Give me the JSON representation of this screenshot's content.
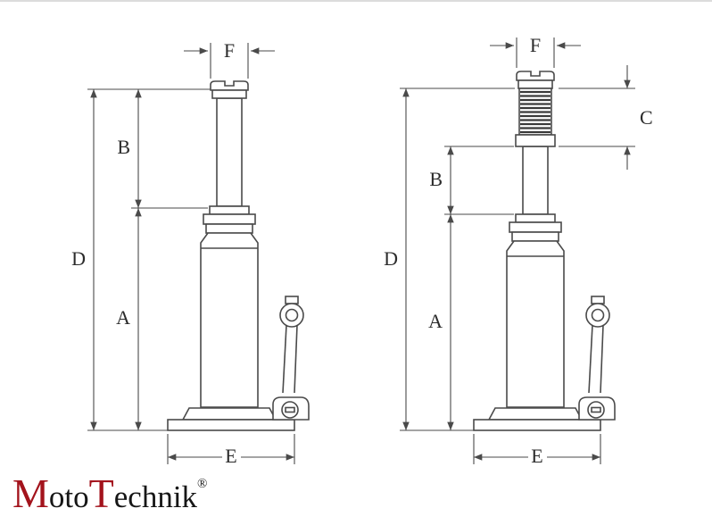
{
  "diagram": {
    "left_jack": {
      "dims": {
        "F": "F",
        "B": "B",
        "D": "D",
        "A": "A",
        "E": "E"
      }
    },
    "right_jack": {
      "dims": {
        "F": "F",
        "C": "C",
        "B": "B",
        "D": "D",
        "A": "A",
        "E": "E"
      }
    }
  },
  "logo": {
    "m": "M",
    "oto": "oto",
    "t": "T",
    "echnik": "echnik",
    "reg": "®"
  },
  "colors": {
    "line": "#4a4a4a",
    "dim_text": "#2b2b2b",
    "logo_red": "#a3131c",
    "logo_dark": "#161616",
    "top_divider": "#dcdcdc",
    "background": "#ffffff"
  }
}
